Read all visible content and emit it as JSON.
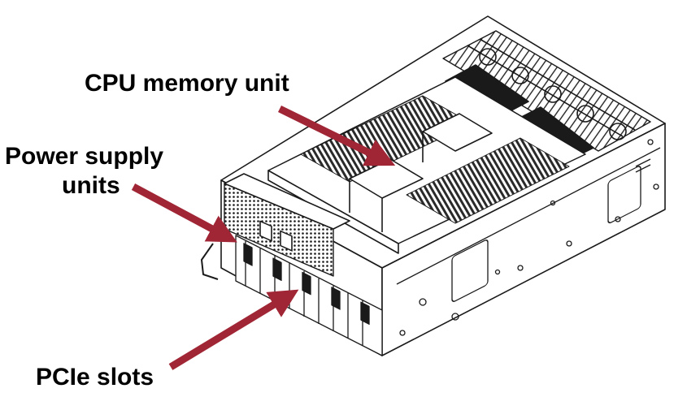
{
  "labels": {
    "cpu_memory_unit": "CPU memory unit",
    "power_supply_line1": "Power supply",
    "power_supply_line2": "units",
    "pcie_slots": "PCIe slots"
  },
  "colors": {
    "arrow": "#a02535",
    "line_art": "#1a1a1a",
    "background": "#ffffff"
  }
}
